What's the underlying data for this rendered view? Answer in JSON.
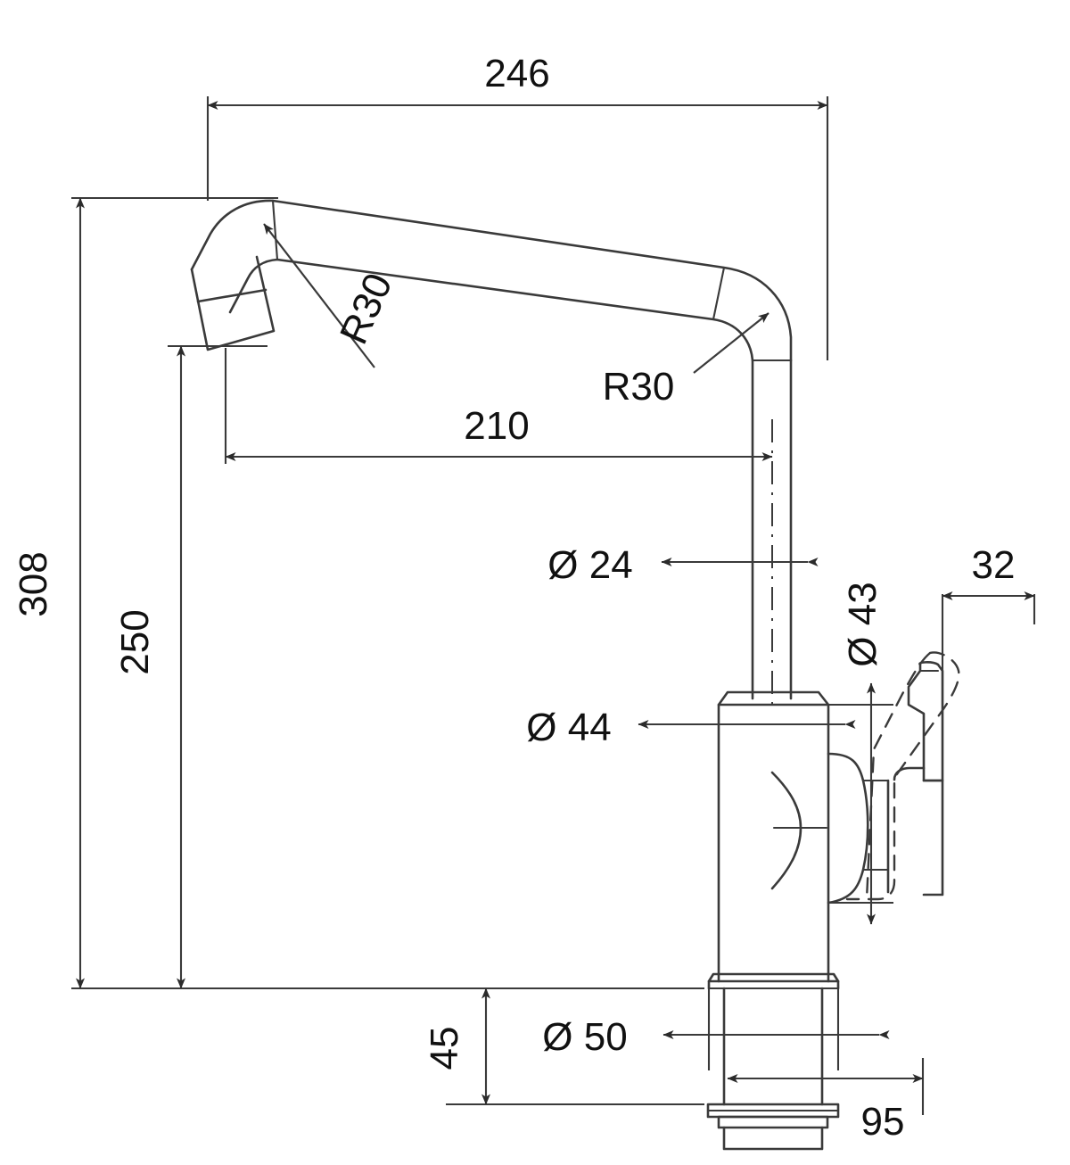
{
  "drawing": {
    "title": "Kitchen mixer tap dimensional drawing",
    "units": "mm",
    "line_color": "#3a3a3a",
    "text_color": "#111111",
    "background": "#ffffff"
  },
  "dimensions": {
    "overall_reach": "246",
    "overall_height": "308",
    "spout_height": "250",
    "spout_reach": "210",
    "radius_left": "R30",
    "radius_right": "R30",
    "spout_tube_dia": "Ø 24",
    "body_dia": "Ø 44",
    "handle_hub_dia": "Ø 43",
    "handle_offset": "32",
    "shank_dia": "Ø 50",
    "shank_length": "45",
    "base_depth": "95"
  },
  "labels": [
    {
      "id": "reach-246",
      "text": "246",
      "rotated": false
    },
    {
      "id": "height-308",
      "text": "308",
      "rotated": true
    },
    {
      "id": "spout-height-250",
      "text": "250",
      "rotated": true
    },
    {
      "id": "spout-reach-210",
      "text": "210",
      "rotated": false
    },
    {
      "id": "radius-left-r30",
      "text": "R30",
      "rotated": true
    },
    {
      "id": "radius-right-r30",
      "text": "R30",
      "rotated": false
    },
    {
      "id": "tube-dia-24",
      "text": "Ø 24",
      "rotated": false
    },
    {
      "id": "body-dia-44",
      "text": "Ø 44",
      "rotated": false
    },
    {
      "id": "hub-dia-43",
      "text": "Ø 43",
      "rotated": true
    },
    {
      "id": "handle-offset-32",
      "text": "32",
      "rotated": false
    },
    {
      "id": "shank-dia-50",
      "text": "Ø 50",
      "rotated": false
    },
    {
      "id": "shank-len-45",
      "text": "45",
      "rotated": true
    },
    {
      "id": "base-depth-95",
      "text": "95",
      "rotated": false
    }
  ]
}
